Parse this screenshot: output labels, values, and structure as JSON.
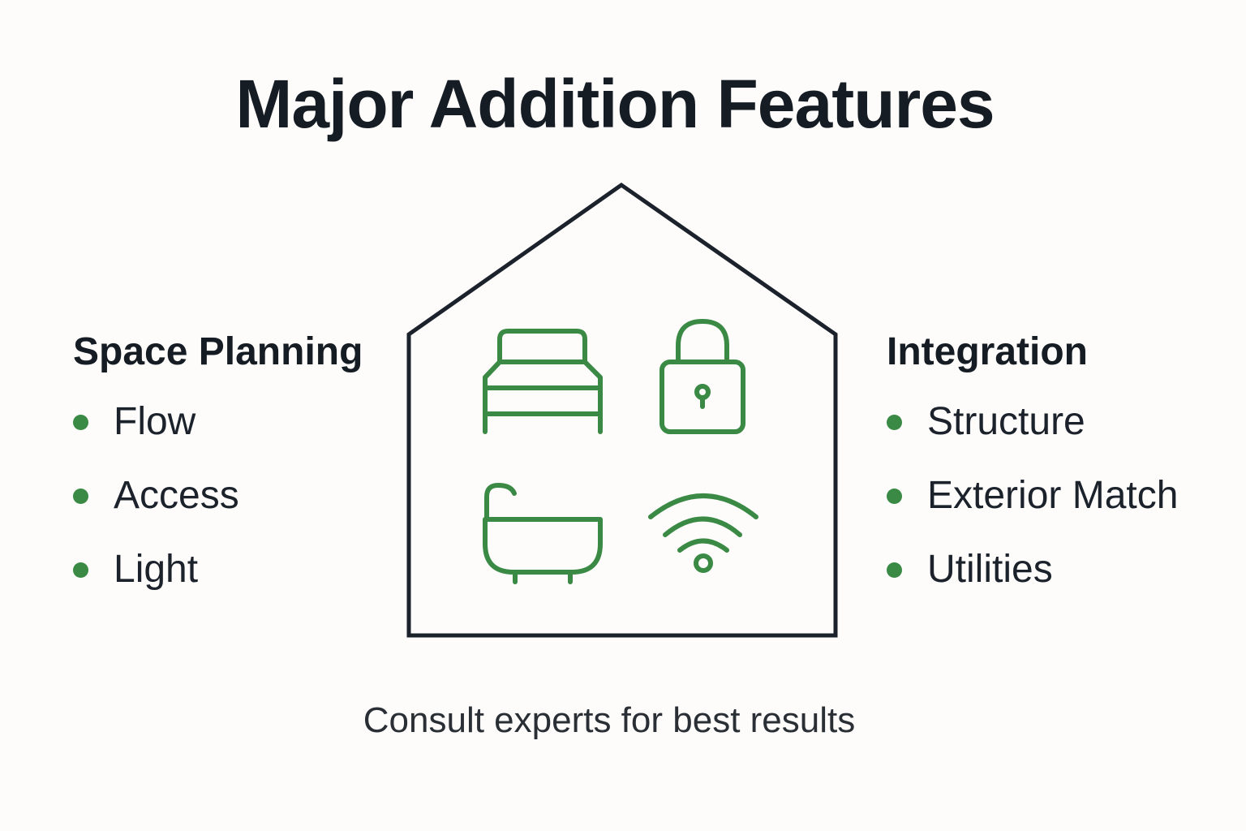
{
  "title": "Major Addition Features",
  "left_group": {
    "heading": "Space Planning",
    "items": [
      "Flow",
      "Access",
      "Light"
    ]
  },
  "right_group": {
    "heading": "Integration",
    "items": [
      "Structure",
      "Exterior Match",
      "Utilities"
    ]
  },
  "footer": "Consult experts for best results",
  "icons": [
    "bed-icon",
    "padlock-icon",
    "bathtub-icon",
    "wifi-icon"
  ],
  "colors": {
    "accent": "#3a8a45",
    "outline": "#1c222b",
    "background": "#fdfcfa"
  }
}
